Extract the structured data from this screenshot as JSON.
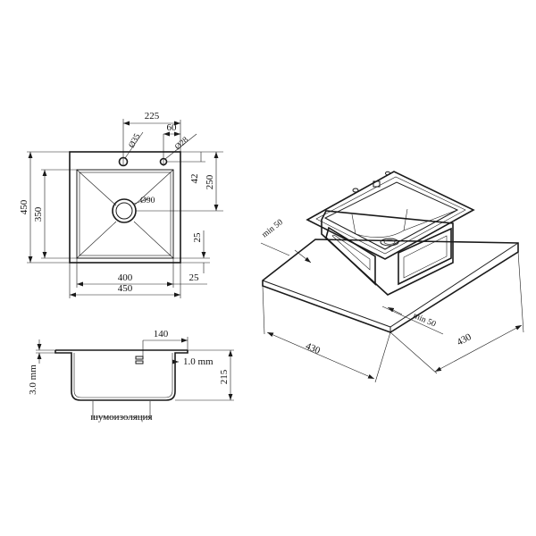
{
  "colors": {
    "line": "#1a1a1a",
    "background": "#ffffff"
  },
  "top_view": {
    "dim_225": "225",
    "dim_60": "60",
    "dim_d35": "Ø35",
    "dim_d28": "Ø28",
    "dim_42": "42",
    "dim_250": "250",
    "dim_450_v": "450",
    "dim_350": "350",
    "dim_d90": "Ø90",
    "dim_25_v": "25",
    "dim_400": "400",
    "dim_25_h": "25",
    "dim_450_h": "450"
  },
  "section_view": {
    "dim_140": "140",
    "dim_1mm": "1.0 mm",
    "dim_3mm": "3.0 mm",
    "dim_215": "215",
    "noise_insulation": "шумоизоляция"
  },
  "iso_view": {
    "min50_left": "min 50",
    "min50_right": "min 50",
    "dim_430_left": "430",
    "dim_430_right": "430"
  }
}
